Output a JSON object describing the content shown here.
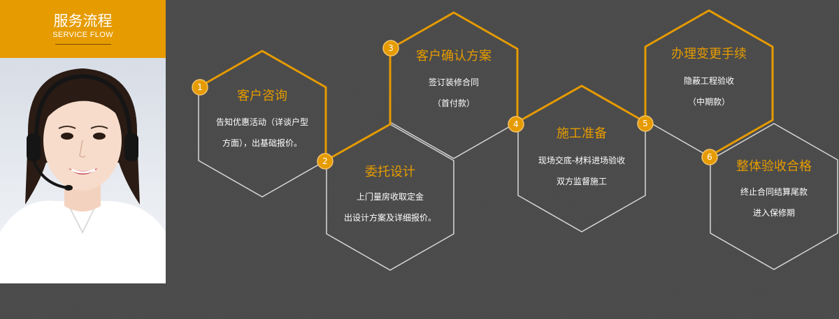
{
  "header": {
    "title": "服务流程",
    "subtitle": "SERVICE FLOW"
  },
  "colors": {
    "accent": "#e69b00",
    "background": "#4a4a4a",
    "outline": "#d8d8d8"
  },
  "steps": [
    {
      "number": "1",
      "title": "客户咨询",
      "lines": [
        "告知优惠活动（详谈户型",
        "方面），出基础报价。"
      ]
    },
    {
      "number": "2",
      "title": "委托设计",
      "lines": [
        "上门量房收取定金",
        "出设计方案及详细报价。"
      ]
    },
    {
      "number": "3",
      "title": "客户确认方案",
      "lines": [
        "签订装修合同",
        "（首付款）"
      ]
    },
    {
      "number": "4",
      "title": "施工准备",
      "lines": [
        "现场交底-材料进场验收",
        "双方监督施工"
      ]
    },
    {
      "number": "5",
      "title": "办理变更手续",
      "lines": [
        "隐蔽工程验收",
        "（中期款）"
      ]
    },
    {
      "number": "6",
      "title": "整体验收合格",
      "lines": [
        "终止合同结算尾款",
        "进入保修期"
      ]
    }
  ]
}
